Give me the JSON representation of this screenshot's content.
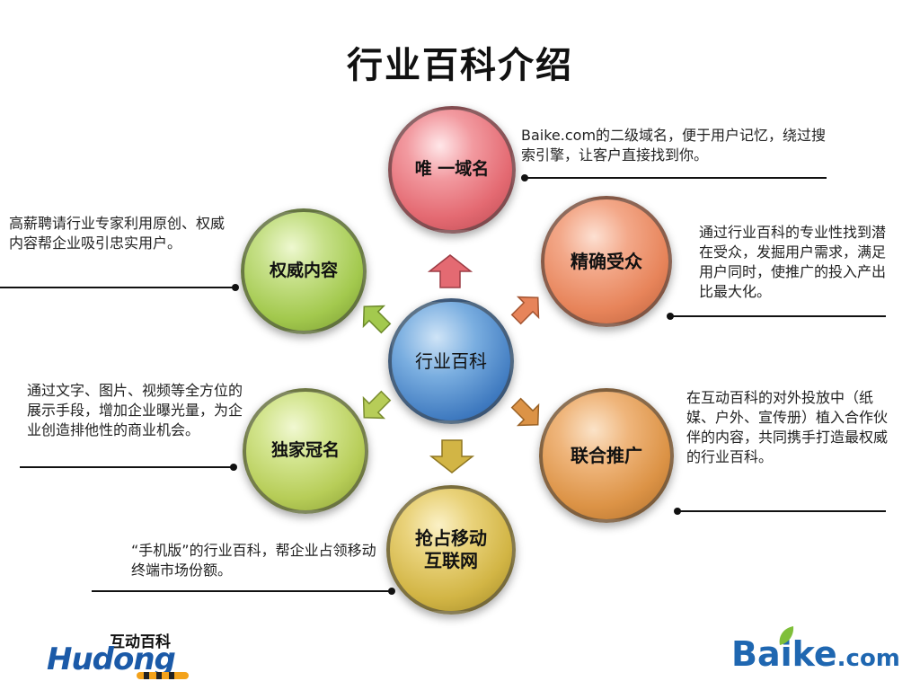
{
  "title": "行业百科介绍",
  "center": {
    "label": "行业百科"
  },
  "nodes": [
    {
      "label": "唯 一域名",
      "desc": "Baike.com的二级域名，便于用户记忆，绕过搜索引擎，让客户直接找到你。",
      "color": "#e46a72"
    },
    {
      "label": "精确受众",
      "desc": "通过行业百科的专业性找到潜在受众，发掘用户需求，满足用户同时，使推广的投入产出比最大化。",
      "color": "#e7845a"
    },
    {
      "label": "联合推广",
      "desc": "在互动百科的对外投放中（纸媒、户外、宣传册）植入合作伙伴的内容，共同携手打造最权威的行业百科。",
      "color": "#dc9346"
    },
    {
      "label": "抢占移动互联网",
      "label_line1": "抢占移动",
      "label_line2": "互联网",
      "desc": "“手机版”的行业百科，帮企业占领移动终端市场份额。",
      "color": "#d2b545"
    },
    {
      "label": "独家冠名",
      "desc": "通过文字、图片、视频等全方位的展示手段，增加企业曝光量，为企业创造排他性的商业机会。",
      "color": "#b7cd58"
    },
    {
      "label": "权威内容",
      "desc": "高薪聘请行业专家利用原创、权威内容帮企业吸引忠实用户。",
      "color": "#a3c94e"
    }
  ],
  "logos": {
    "hudong_cn": "互动百科",
    "hudong_en": "Hudong",
    "baike_main": "Baike",
    "baike_suffix": ".com"
  }
}
